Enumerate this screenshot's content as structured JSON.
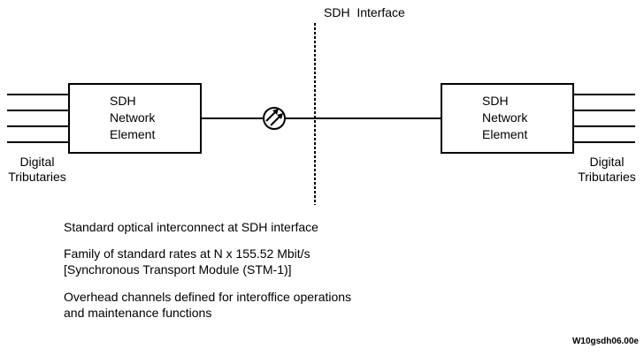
{
  "interface_label": "SDH  Interface",
  "left_element": {
    "lines": [
      "SDH",
      "Network",
      "Element"
    ]
  },
  "right_element": {
    "lines": [
      "SDH",
      "Network",
      "Element"
    ]
  },
  "left_tributaries": {
    "line1": "Digital",
    "line2": "Tributaries"
  },
  "right_tributaries": {
    "line1": "Digital",
    "line2": "Tributaries"
  },
  "optical_symbol": "optical-interconnect",
  "notes": [
    {
      "lines": [
        "Standard optical interconnect at SDH interface"
      ]
    },
    {
      "lines": [
        "Family of standard rates at N x 155.52 Mbit/s",
        "[Synchronous Transport Module (STM-1)]"
      ]
    },
    {
      "lines": [
        "Overhead channels defined for interoffice operations",
        "and maintenance functions"
      ]
    }
  ],
  "figure_id": "W10gsdh06.00e"
}
